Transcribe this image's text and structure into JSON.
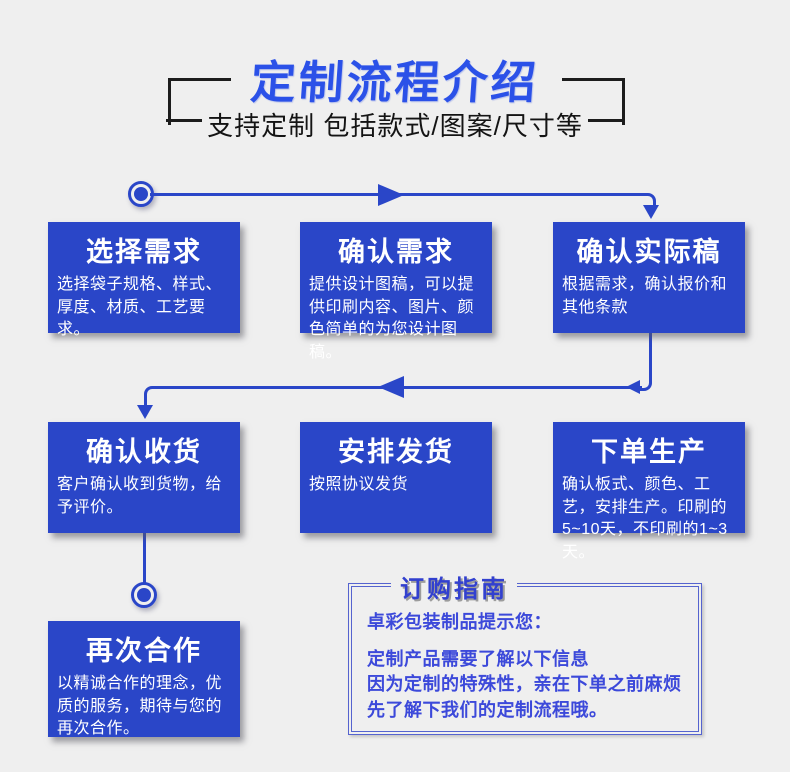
{
  "page": {
    "background": "#efefef"
  },
  "header": {
    "title": "定制流程介绍",
    "subtitle": "支持定制 包括款式/图案/尺寸等",
    "title_color": "#2b51e8"
  },
  "flow": {
    "box_color": "#2a46c8",
    "arrow_color": "#2a46c8",
    "boxes": [
      {
        "title": "选择需求",
        "body": "选择袋子规格、样式、厚度、材质、工艺要求。"
      },
      {
        "title": "确认需求",
        "body": "提供设计图稿，可以提供印刷内容、图片、颜色简单的为您设计图稿。"
      },
      {
        "title": "确认实际稿",
        "body": "根据需求，确认报价和其他条款"
      },
      {
        "title": "确认收货",
        "body": "客户确认收到货物，给予评价。"
      },
      {
        "title": "安排发货",
        "body": "按照协议发货"
      },
      {
        "title": "下单生产",
        "body": "确认板式、颜色、工艺，安排生产。印刷的5~10天，不印刷的1~3天。"
      },
      {
        "title": "再次合作",
        "body": "以精诚合作的理念，优质的服务，期待与您的再次合作。"
      }
    ]
  },
  "guide": {
    "title": "订购指南",
    "lines": [
      "卓彩包装制品提示您：",
      "定制产品需要了解以下信息",
      "因为定制的特殊性，亲在下单之前麻烦先了解下我们的定制流程哦。"
    ],
    "border_color": "#5563cf",
    "text_color": "#3c49da"
  }
}
